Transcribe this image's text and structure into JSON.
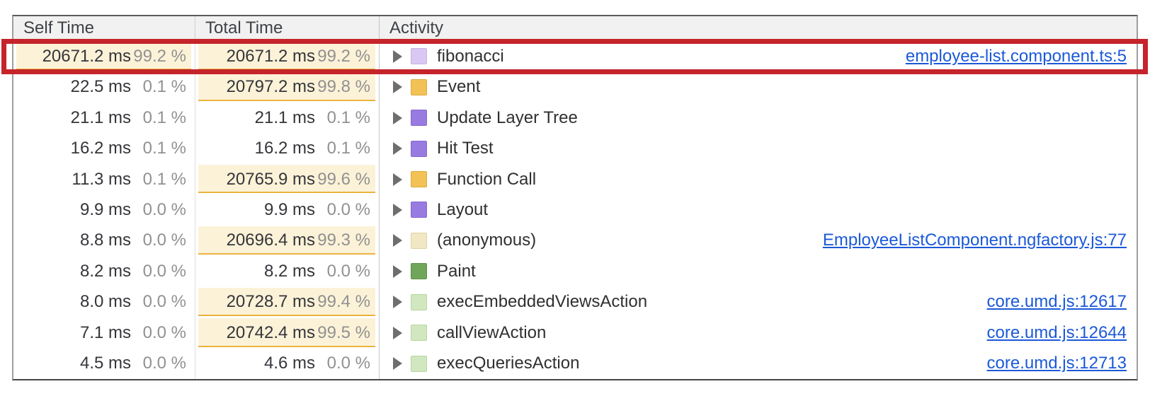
{
  "header": {
    "self_time": "Self Time",
    "total_time": "Total Time",
    "activity": "Activity"
  },
  "rows": [
    {
      "self_ms": "20671.2 ms",
      "self_pct": "99.2 %",
      "self_bar": true,
      "total_ms": "20671.2 ms",
      "total_pct": "99.2 %",
      "total_bar": true,
      "activity": "fibonacci",
      "swatch": "purple-light",
      "link": "employee-list.component.ts:5",
      "highlighted": true
    },
    {
      "self_ms": "22.5 ms",
      "self_pct": "0.1 %",
      "self_bar": false,
      "total_ms": "20797.2 ms",
      "total_pct": "99.8 %",
      "total_bar": true,
      "activity": "Event",
      "swatch": "yellow",
      "link": "",
      "highlighted": false
    },
    {
      "self_ms": "21.1 ms",
      "self_pct": "0.1 %",
      "self_bar": false,
      "total_ms": "21.1 ms",
      "total_pct": "0.1 %",
      "total_bar": false,
      "activity": "Update Layer Tree",
      "swatch": "purple",
      "link": "",
      "highlighted": false
    },
    {
      "self_ms": "16.2 ms",
      "self_pct": "0.1 %",
      "self_bar": false,
      "total_ms": "16.2 ms",
      "total_pct": "0.1 %",
      "total_bar": false,
      "activity": "Hit Test",
      "swatch": "purple",
      "link": "",
      "highlighted": false
    },
    {
      "self_ms": "11.3 ms",
      "self_pct": "0.1 %",
      "self_bar": false,
      "total_ms": "20765.9 ms",
      "total_pct": "99.6 %",
      "total_bar": true,
      "activity": "Function Call",
      "swatch": "yellow",
      "link": "",
      "highlighted": false
    },
    {
      "self_ms": "9.9 ms",
      "self_pct": "0.0 %",
      "self_bar": false,
      "total_ms": "9.9 ms",
      "total_pct": "0.0 %",
      "total_bar": false,
      "activity": "Layout",
      "swatch": "purple",
      "link": "",
      "highlighted": false
    },
    {
      "self_ms": "8.8 ms",
      "self_pct": "0.0 %",
      "self_bar": false,
      "total_ms": "20696.4 ms",
      "total_pct": "99.3 %",
      "total_bar": true,
      "activity": "(anonymous)",
      "swatch": "cream",
      "link": "EmployeeListComponent.ngfactory.js:77",
      "highlighted": false
    },
    {
      "self_ms": "8.2 ms",
      "self_pct": "0.0 %",
      "self_bar": false,
      "total_ms": "8.2 ms",
      "total_pct": "0.0 %",
      "total_bar": false,
      "activity": "Paint",
      "swatch": "green",
      "link": "",
      "highlighted": false
    },
    {
      "self_ms": "8.0 ms",
      "self_pct": "0.0 %",
      "self_bar": false,
      "total_ms": "20728.7 ms",
      "total_pct": "99.4 %",
      "total_bar": true,
      "activity": "execEmbeddedViewsAction",
      "swatch": "green-light",
      "link": "core.umd.js:12617",
      "highlighted": false
    },
    {
      "self_ms": "7.1 ms",
      "self_pct": "0.0 %",
      "self_bar": false,
      "total_ms": "20742.4 ms",
      "total_pct": "99.5 %",
      "total_bar": true,
      "activity": "callViewAction",
      "swatch": "green-light",
      "link": "core.umd.js:12644",
      "highlighted": false
    },
    {
      "self_ms": "4.5 ms",
      "self_pct": "0.0 %",
      "self_bar": false,
      "total_ms": "4.6 ms",
      "total_pct": "0.0 %",
      "total_bar": false,
      "activity": "execQueriesAction",
      "swatch": "green-light",
      "link": "core.umd.js:12713",
      "highlighted": false
    }
  ],
  "swatch_styles": {
    "purple-light": {
      "fill": "#d9c8f2",
      "border": "#c6b2e8",
      "dots": true
    },
    "yellow": {
      "fill": "#f2c257",
      "border": "#e0a93a",
      "dots": true
    },
    "purple": {
      "fill": "#977be0",
      "border": "#8668cf",
      "dots": false
    },
    "cream": {
      "fill": "#f1e7c4",
      "border": "#e0d3a4",
      "dots": true
    },
    "green": {
      "fill": "#70a659",
      "border": "#5f9149",
      "dots": false
    },
    "green-light": {
      "fill": "#d0e7bf",
      "border": "#b8d6a2",
      "dots": true
    }
  },
  "colors": {
    "highlight_annotation": "#c5242b",
    "bar_background": "#fcf2d8",
    "bar_underline": "#ecb43e",
    "link_blue": "#1b59d8",
    "header_background": "#f1f1f1"
  }
}
